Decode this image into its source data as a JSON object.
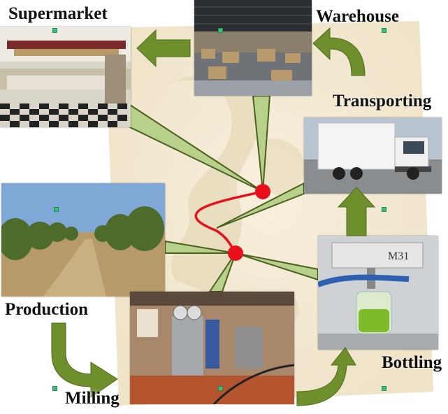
{
  "stages": [
    {
      "id": "supermarket",
      "label": "Supermarket",
      "icon": "supermarket-photo"
    },
    {
      "id": "warehouse",
      "label": "Warehouse",
      "icon": "warehouse-photo"
    },
    {
      "id": "transporting",
      "label": "Transporting",
      "icon": "truck-photo"
    },
    {
      "id": "production",
      "label": "Production",
      "icon": "olive-grove-photo"
    },
    {
      "id": "milling",
      "label": "Milling",
      "icon": "olive-mill-photo"
    },
    {
      "id": "bottling",
      "label": "Bottling",
      "icon": "bottling-machine-photo"
    }
  ],
  "map_marker_text": "M31",
  "colors": {
    "arrow": "#6f8f2c",
    "arrow_dark": "#4c6a18",
    "route": "#e8101a",
    "marker": "#e8101a",
    "pointer_fill": "#b9d08a",
    "pointer_stroke": "#49601f",
    "map_bg": "#f5ecd9",
    "handle": "#3ec27a"
  }
}
